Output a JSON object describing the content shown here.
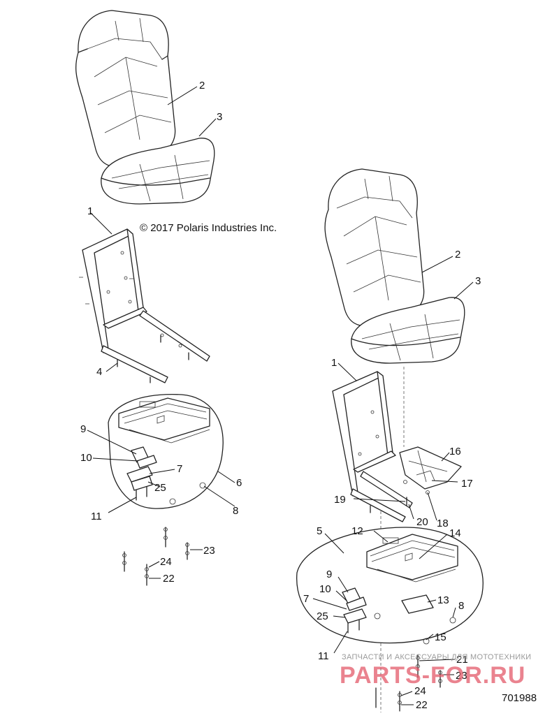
{
  "copyright": "© 2017 Polaris Industries Inc.",
  "figure_number": "701988",
  "watermark": {
    "caption": "ЗАПЧАСТИ И АКСЕССУАРЫ ДЛЯ МОТОТЕХНИКИ",
    "logo": "PARTS-FOR.RU",
    "logo_color": "#e35a6a"
  },
  "callouts": {
    "left": {
      "c2": "2",
      "c3": "3",
      "c1": "1",
      "c4": "4",
      "c9": "9",
      "c10": "10",
      "c7": "7",
      "c6": "6",
      "c25": "25",
      "c11": "11",
      "c8": "8",
      "c23": "23",
      "c24": "24",
      "c22": "22"
    },
    "right": {
      "c2": "2",
      "c3": "3",
      "c1": "1",
      "c16": "16",
      "c17": "17",
      "c19": "19",
      "c20": "20",
      "c18": "18",
      "c5": "5",
      "c12": "12",
      "c14": "14",
      "c9": "9",
      "c10": "10",
      "c7": "7",
      "c13": "13",
      "c25": "25",
      "c8": "8",
      "c15": "15",
      "c11": "11",
      "c21": "21",
      "c23": "23",
      "c24": "24",
      "c22": "22"
    }
  }
}
